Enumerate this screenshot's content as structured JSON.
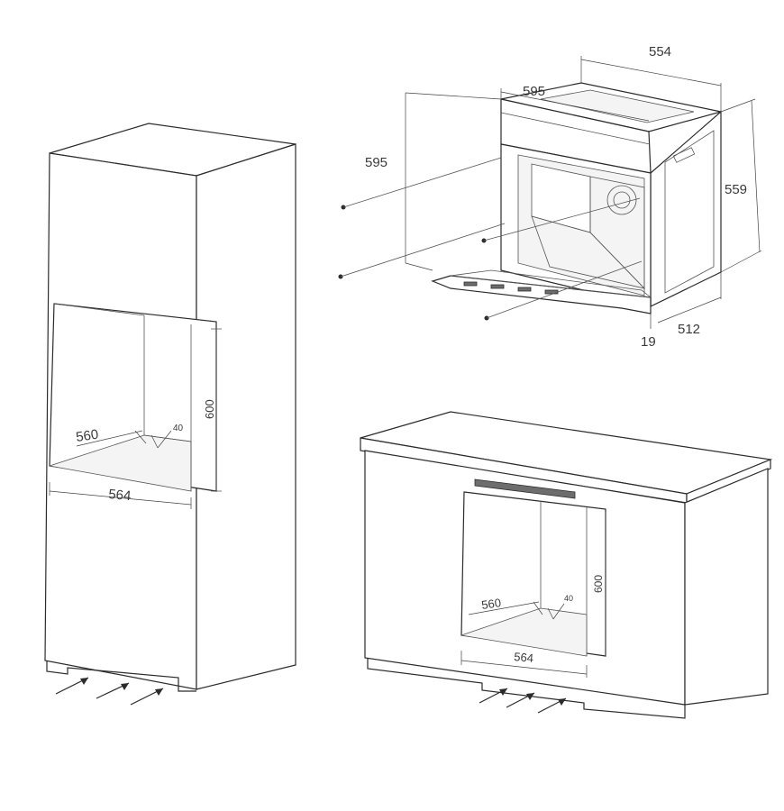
{
  "tall_cabinet": {
    "depth_label": "560",
    "gap_label": "40",
    "height_label": "600",
    "width_label": "564"
  },
  "oven": {
    "depth_label": "554",
    "width_label": "595",
    "height_label": "595",
    "side_height_label": "559",
    "body_depth_label": "512",
    "front_thickness_label": "19"
  },
  "base_cabinet": {
    "depth_label": "560",
    "gap_label": "40",
    "height_label": "600",
    "width_label": "564"
  }
}
